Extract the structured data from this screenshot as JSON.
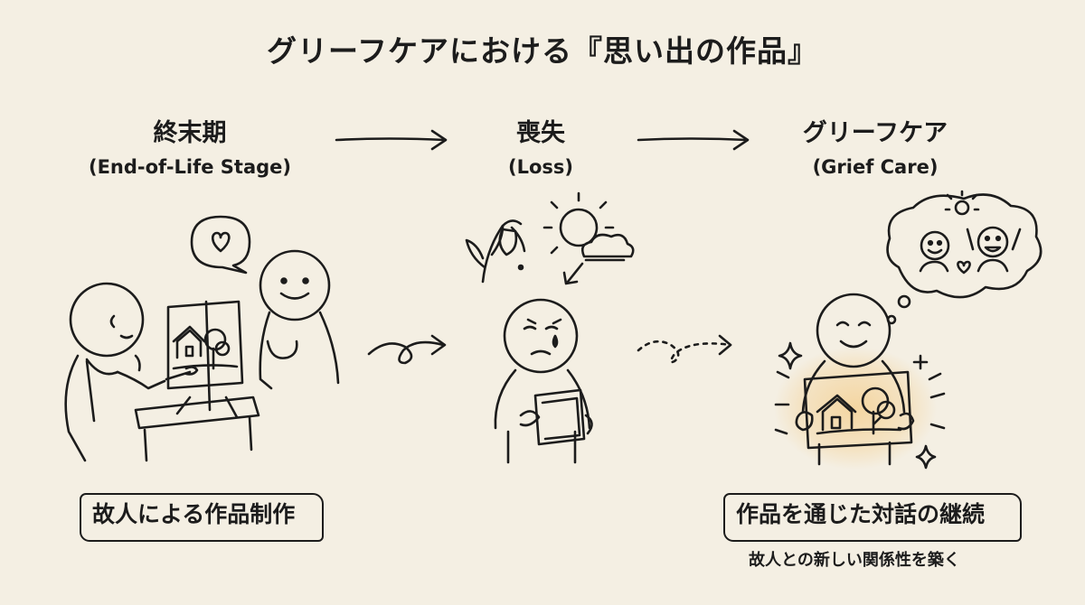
{
  "title": "グリーフケアにおける『思い出の作品』",
  "stages": [
    {
      "jp": "終末期",
      "en": "(End-of-Life Stage)"
    },
    {
      "jp": "喪失",
      "en": "(Loss)"
    },
    {
      "jp": "グリーフケア",
      "en": "(Grief Care)"
    }
  ],
  "boxes": {
    "left": "故人による作品制作",
    "right": "作品を通じた対話の継続"
  },
  "caption": "故人との新しい関係性を築く",
  "colors": {
    "background": "#f4efe3",
    "ink": "#1c1c1c",
    "glow": "#f3c16b"
  }
}
